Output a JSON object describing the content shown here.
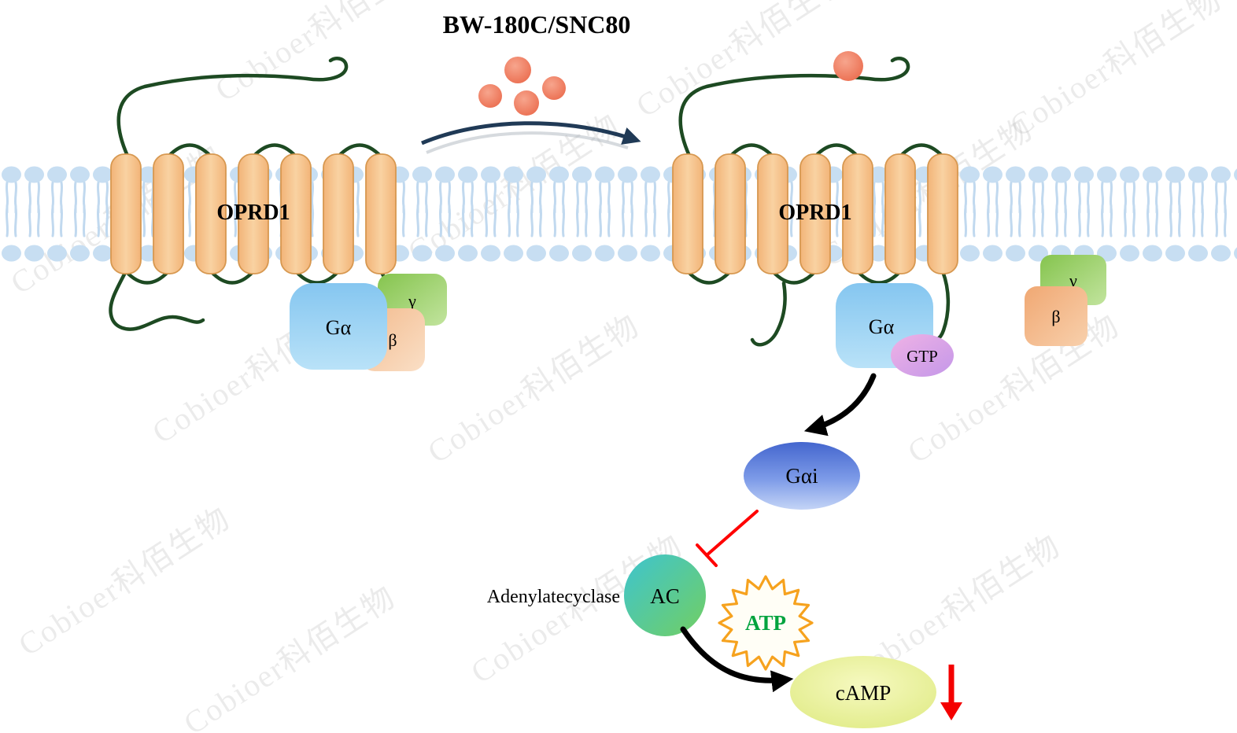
{
  "title": "BW-180C/SNC80",
  "watermark": "Cobioer科佰生物",
  "receptor_left": {
    "label": "OPRD1"
  },
  "receptor_right": {
    "label": "OPRD1"
  },
  "g_protein_left": {
    "alpha": "Gα",
    "beta": "β",
    "gamma": "γ"
  },
  "g_protein_right": {
    "alpha": "Gα",
    "gtp": "GTP"
  },
  "released_subunits": {
    "beta": "β",
    "gamma": "γ"
  },
  "pathway": {
    "gai": "Gαi",
    "ac": "AC",
    "ac_full": "Adenylatecyclase",
    "atp": "ATP",
    "camp": "cAMP"
  },
  "colors": {
    "membrane_lipid": "#C7DEF2",
    "helix_fill": "#F6C38A",
    "helix_border": "#D79850",
    "loop_green": "#1D4A22",
    "ligand_coral": "#ED7154",
    "activation_arrow_navy": "#203A56",
    "g_alpha_blue": "#85C6F0",
    "gamma_green": "#8CC85E",
    "beta_peach": "#F2B286",
    "gtp_pink": "#DCA2E4",
    "gai_blue": "#4A6AD0",
    "ac_teal_green": "#4FC9A9",
    "atp_text_green": "#00A33E",
    "atp_star_orange": "#F6A21E",
    "camp_yellow_green": "#E3EE8C",
    "inhibition_red": "#FF0000",
    "decrease_arrow_red": "#F40000"
  }
}
